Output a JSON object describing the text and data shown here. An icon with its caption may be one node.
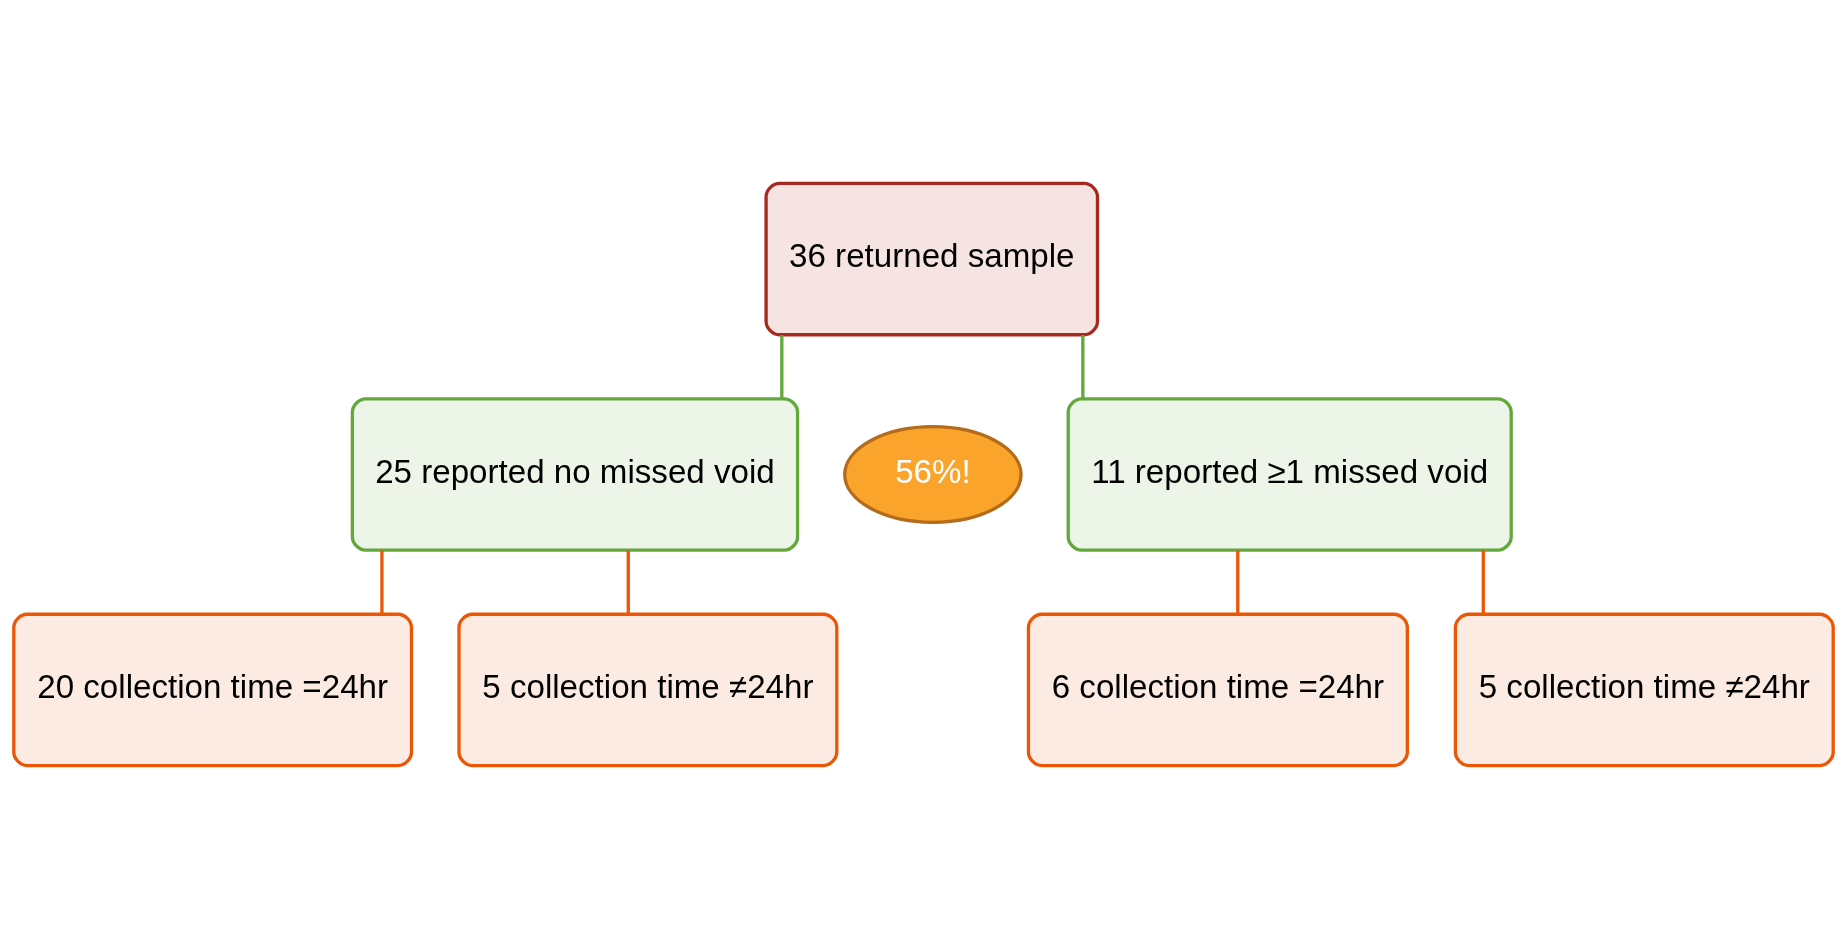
{
  "diagram": {
    "nodes": [
      {
        "text": [
          "36 returned sample"
        ]
      },
      {
        "text": [
          "25 reported no missed void"
        ]
      },
      {
        "text": [
          "11 reported ≥1 missed void"
        ]
      },
      {
        "text": [
          "56%!"
        ]
      },
      {
        "text": [
          "20 collection time =24hr"
        ]
      },
      {
        "text": [
          "5 collection time ≠24hr"
        ]
      },
      {
        "text": [
          "6 collection time =24hr"
        ]
      },
      {
        "text": [
          "5 collection time ≠24hr"
        ]
      }
    ],
    "edges": [
      {
        "from": 0,
        "to": 1,
        "arrow": "none",
        "color": "#62a83c"
      },
      {
        "from": 0,
        "to": 2,
        "arrow": "none",
        "color": "#62a83c"
      },
      {
        "from": 1,
        "to": 4,
        "arrow": "none"
      },
      {
        "from": 1,
        "to": 5,
        "arrow": "none"
      },
      {
        "from": 2,
        "to": 6,
        "arrow": "none"
      },
      {
        "from": 2,
        "to": 7,
        "arrow": "none"
      }
    ]
  }
}
